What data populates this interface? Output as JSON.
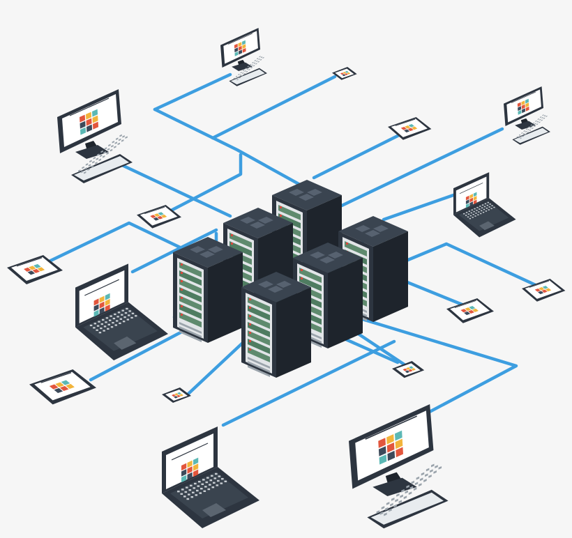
{
  "diagram": {
    "background": "#f6f6f6",
    "wire_color": "#3d9ee0",
    "device_dark": "#2d3540",
    "device_darker": "#1e242c",
    "screen_white": "#ffffff",
    "server_front": "#e2e5e8",
    "server_drive": "#5f8a6e",
    "server_led": "#d9473b",
    "tile_colors": [
      "#e2563d",
      "#f2b43b",
      "#5bb8b5",
      "#3d4a5a",
      "#e9ecef"
    ],
    "central_cluster": {
      "icon": "server-rack-icon",
      "count": 6
    },
    "endpoints": [
      {
        "type": "monitor",
        "icon": "desktop-monitor-icon"
      },
      {
        "type": "tablet",
        "icon": "tablet-icon"
      },
      {
        "type": "phone",
        "icon": "smartphone-icon"
      },
      {
        "type": "laptop",
        "icon": "laptop-icon"
      }
    ]
  }
}
